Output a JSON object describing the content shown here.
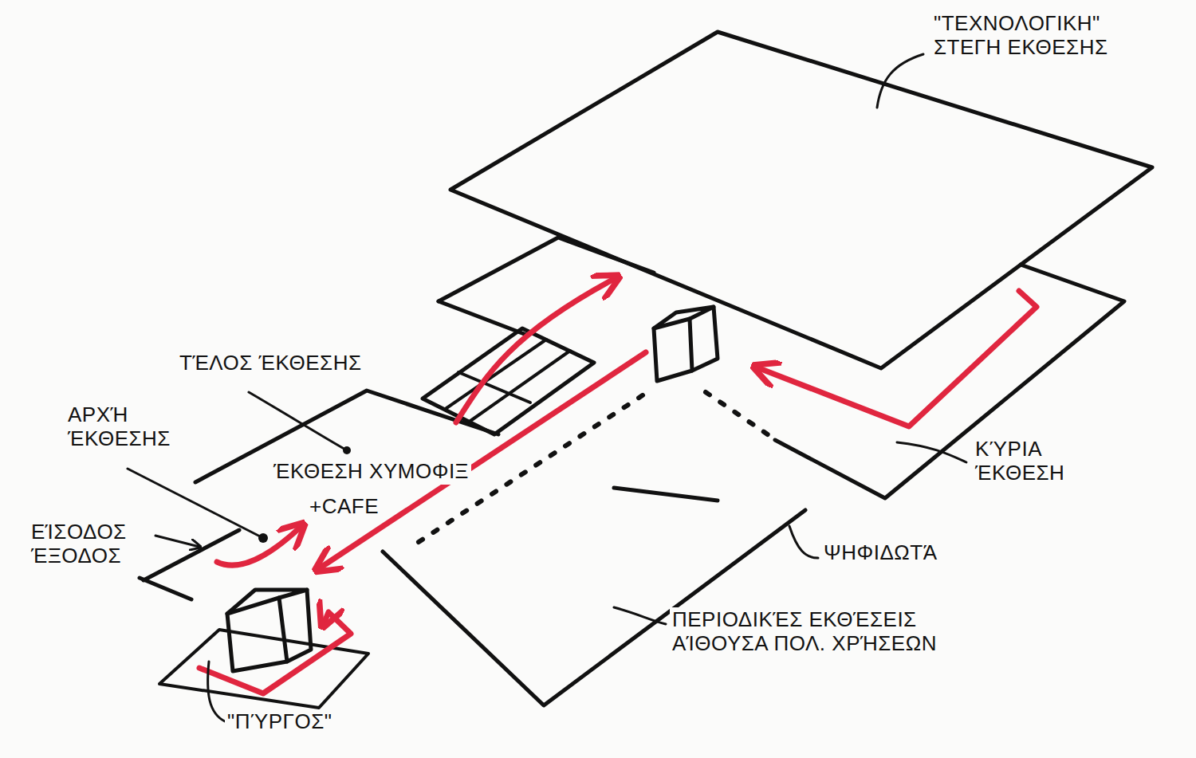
{
  "diagram": {
    "labels": [
      "\"ΤΕΧΝΟΛΟΓΙΚΗ\" ΣΤΕΓΗ ΕΚΘΕΣΗΣ",
      "ΤΈΛΟΣ ΈΚΘΕΣΗΣ",
      "ΑΡΧΉ ΈΚΘΕΣΗΣ",
      "ΈΚΘΕΣΗ ΧΥΜΟΦΙΞ",
      "+CAFE",
      "ΕΊΣΟΔΟΣ ΈΞΟΔΟΣ",
      "ΚΎΡΙΑ ΈΚΘΕΣΗ",
      "ΨΗΦΙΔΩΤΆ",
      "ΠΕΡΙΟΔΙΚΈΣ ΕΚΘΈΣΕΙΣ ΑΊΘΟΥΣΑ ΠΟΛ. ΧΡΉΣΕΩΝ",
      "\"ΠΎΡΓΟΣ\""
    ]
  }
}
